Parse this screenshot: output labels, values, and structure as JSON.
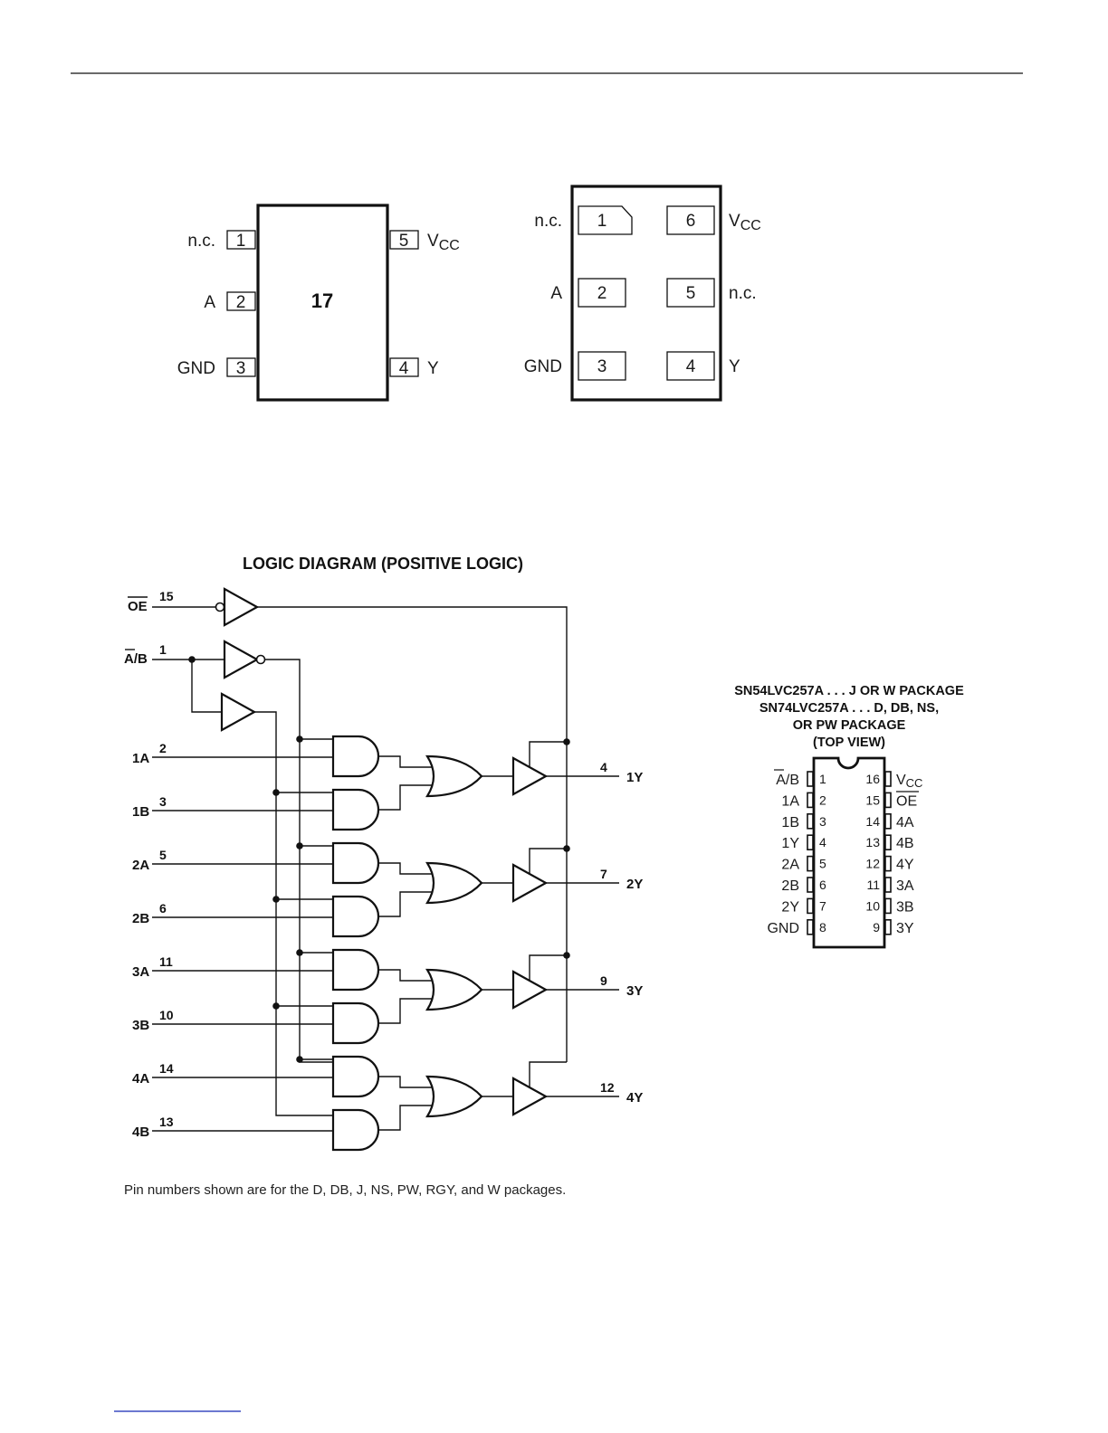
{
  "package1": {
    "marking": "17",
    "pins": [
      {
        "num": "1",
        "name": "n.c."
      },
      {
        "num": "2",
        "name": "A"
      },
      {
        "num": "3",
        "name": "GND"
      },
      {
        "num": "4",
        "name": "Y"
      },
      {
        "num": "5",
        "name": "V",
        "sub": "CC"
      }
    ]
  },
  "package2": {
    "pins": [
      {
        "num": "1",
        "name": "n.c."
      },
      {
        "num": "2",
        "name": "A"
      },
      {
        "num": "3",
        "name": "GND"
      },
      {
        "num": "4",
        "name": "Y"
      },
      {
        "num": "5",
        "name": "n.c."
      },
      {
        "num": "6",
        "name": "V",
        "sub": "CC"
      }
    ]
  },
  "logic": {
    "title": "LOGIC DIAGRAM (POSITIVE LOGIC)",
    "oe": {
      "name": "OE",
      "pin": "15"
    },
    "sel": {
      "name": "A/B",
      "pin": "1"
    },
    "inputs": [
      {
        "name": "1A",
        "pin": "2"
      },
      {
        "name": "1B",
        "pin": "3"
      },
      {
        "name": "2A",
        "pin": "5"
      },
      {
        "name": "2B",
        "pin": "6"
      },
      {
        "name": "3A",
        "pin": "11"
      },
      {
        "name": "3B",
        "pin": "10"
      },
      {
        "name": "4A",
        "pin": "14"
      },
      {
        "name": "4B",
        "pin": "13"
      }
    ],
    "outputs": [
      {
        "name": "1Y",
        "pin": "4"
      },
      {
        "name": "2Y",
        "pin": "7"
      },
      {
        "name": "3Y",
        "pin": "9"
      },
      {
        "name": "4Y",
        "pin": "12"
      }
    ],
    "note": "Pin numbers shown are for the D, DB, J, NS, PW, RGY, and W packages."
  },
  "dip": {
    "title_lines": [
      "SN54LVC257A . . . J OR W PACKAGE",
      "SN74LVC257A . . . D, DB, NS,",
      "OR PW PACKAGE",
      "(TOP VIEW)"
    ],
    "left": [
      {
        "num": "1",
        "name": "A/B"
      },
      {
        "num": "2",
        "name": "1A"
      },
      {
        "num": "3",
        "name": "1B"
      },
      {
        "num": "4",
        "name": "1Y"
      },
      {
        "num": "5",
        "name": "2A"
      },
      {
        "num": "6",
        "name": "2B"
      },
      {
        "num": "7",
        "name": "2Y"
      },
      {
        "num": "8",
        "name": "GND"
      }
    ],
    "right": [
      {
        "num": "16",
        "name": "V",
        "sub": "CC"
      },
      {
        "num": "15",
        "name": "OE"
      },
      {
        "num": "14",
        "name": "4A"
      },
      {
        "num": "13",
        "name": "4B"
      },
      {
        "num": "12",
        "name": "4Y"
      },
      {
        "num": "11",
        "name": "3A"
      },
      {
        "num": "10",
        "name": "3B"
      },
      {
        "num": "9",
        "name": "3Y"
      }
    ]
  }
}
